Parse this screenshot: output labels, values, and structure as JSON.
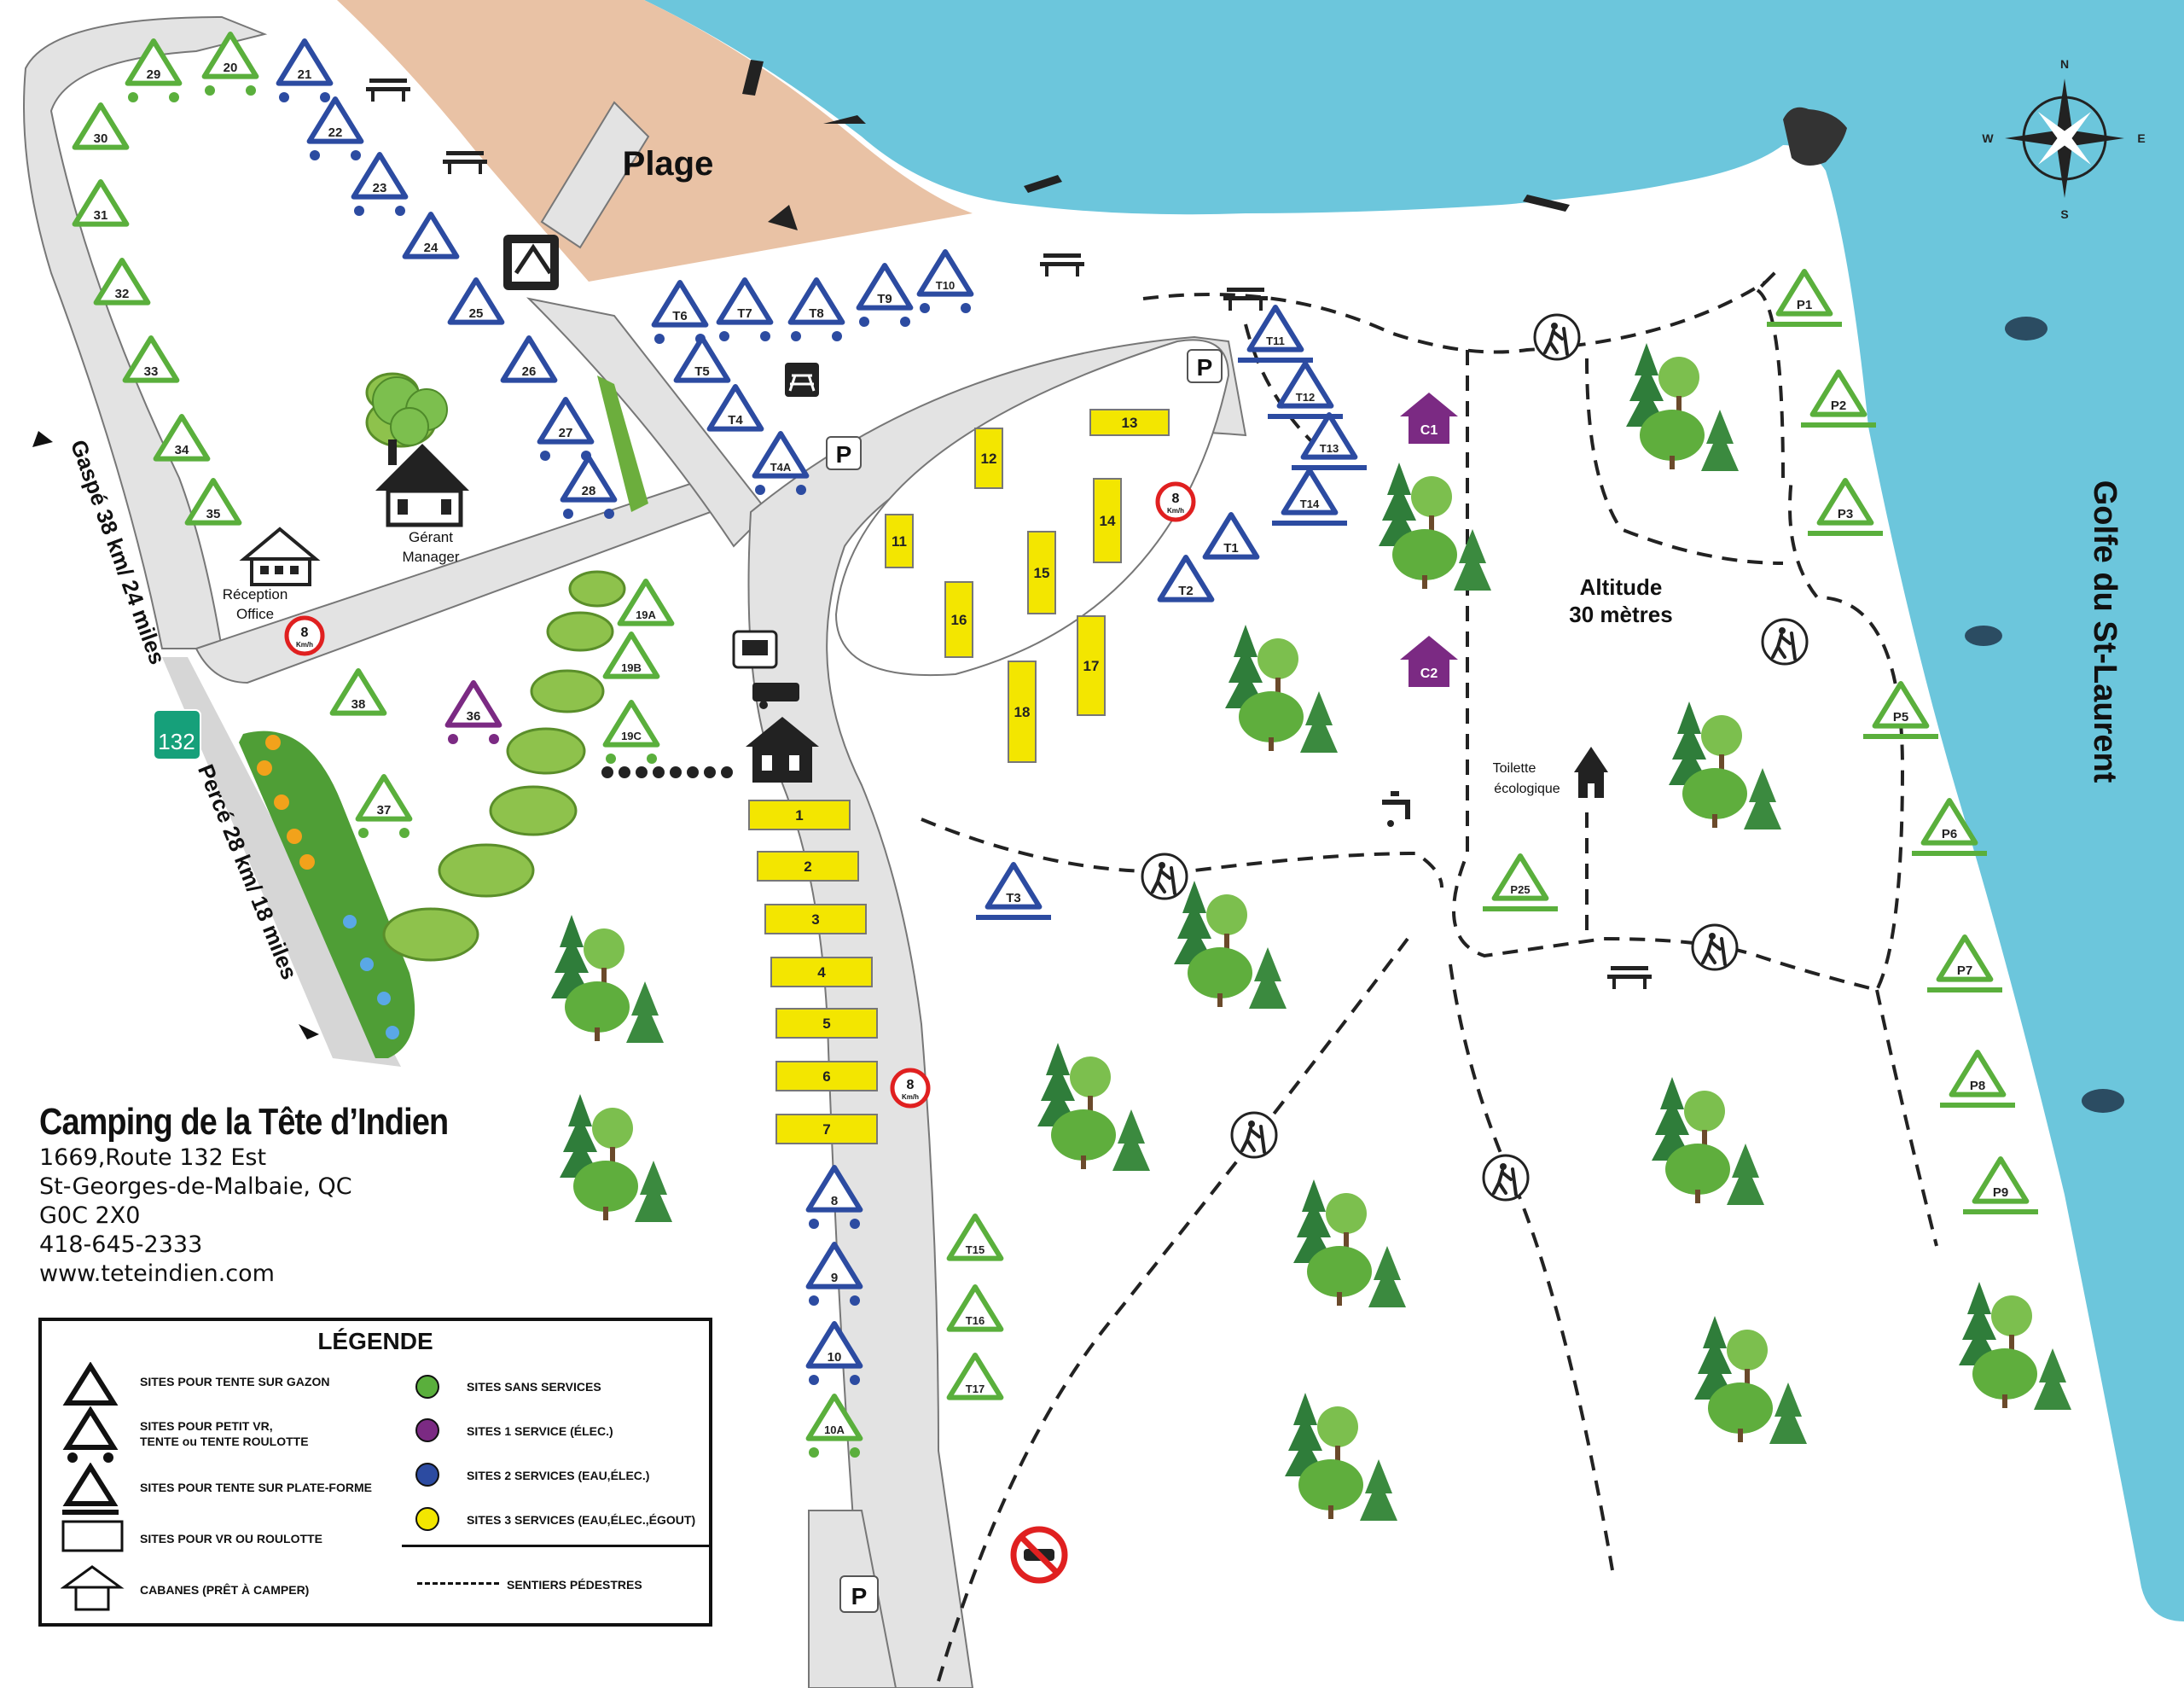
{
  "map": {
    "beach_label": "Plage",
    "gulf_label": "Golfe du St-Laurent",
    "altitude_label_1": "Altitude",
    "altitude_label_2": "30 mètres",
    "reception_label_1": "Réception",
    "reception_label_2": "Office",
    "manager_label_1": "Gérant",
    "manager_label_2": "Manager",
    "toilet_label_1": "Toilette",
    "toilet_label_2": "écologique",
    "route_gaspe": "Gaspé 38 km/ 24 miles",
    "route_perce": "Percé 28 km/ 18 miles",
    "route_number": "132",
    "speed_limit": "8",
    "speed_unit": "Km/h",
    "parking_label": "P",
    "compass": [
      "N",
      "E",
      "S",
      "W"
    ],
    "colors": {
      "water": "#6cc6dc",
      "beach": "#e9c2a5",
      "road": "#e3e3e3",
      "green_site": "#5aaf3c",
      "purple_site": "#7b2a83",
      "blue_site": "#2c4ba1",
      "yellow_site": "#f3e600"
    }
  },
  "sites": {
    "green": [
      "29",
      "20",
      "30",
      "31",
      "32",
      "33",
      "34",
      "35",
      "38",
      "37",
      "19A",
      "19B",
      "19C",
      "10A",
      "T15",
      "T16",
      "T17",
      "P1",
      "P2",
      "P3",
      "P5",
      "P6",
      "P7",
      "P8",
      "P9",
      "P25"
    ],
    "purple": [
      "36"
    ],
    "blue": [
      "21",
      "22",
      "23",
      "24",
      "25",
      "26",
      "27",
      "28",
      "T6",
      "T7",
      "T8",
      "T9",
      "T10",
      "T5",
      "T4",
      "T4A",
      "T11",
      "T12",
      "T13",
      "T14",
      "T1",
      "T2",
      "T3",
      "8",
      "9",
      "10"
    ],
    "yellow": [
      "1",
      "2",
      "3",
      "4",
      "5",
      "6",
      "7",
      "11",
      "12",
      "13",
      "14",
      "15",
      "16",
      "17",
      "18"
    ],
    "cabins": [
      "C1",
      "C2"
    ]
  },
  "info": {
    "name": "Camping de la Tête d’Indien",
    "address": "1669,Route 132 Est",
    "city": "St-Georges-de-Malbaie, QC",
    "postal": "G0C 2X0",
    "phone": "418-645-2333",
    "website": "www.teteindien.com"
  },
  "legend": {
    "title": "LÉGENDE",
    "tent_grass": "SITES POUR TENTE SUR GAZON",
    "small_rv_1": "SITES POUR PETIT VR,",
    "small_rv_2": "TENTE ou TENTE ROULOTTE",
    "platform": "SITES POUR TENTE SUR PLATE-FORME",
    "rv": "SITES POUR VR OU ROULOTTE",
    "cabins": "CABANES (PRÊT À CAMPER)",
    "no_services": "SITES SANS SERVICES",
    "one_service": "SITES 1 SERVICE (ÉLEC.)",
    "two_services": "SITES 2 SERVICES (EAU,ÉLEC.)",
    "three_services": "SITES 3 SERVICES (EAU,ÉLEC.,ÉGOUT)",
    "trails": "SENTIERS PÉDESTRES"
  }
}
